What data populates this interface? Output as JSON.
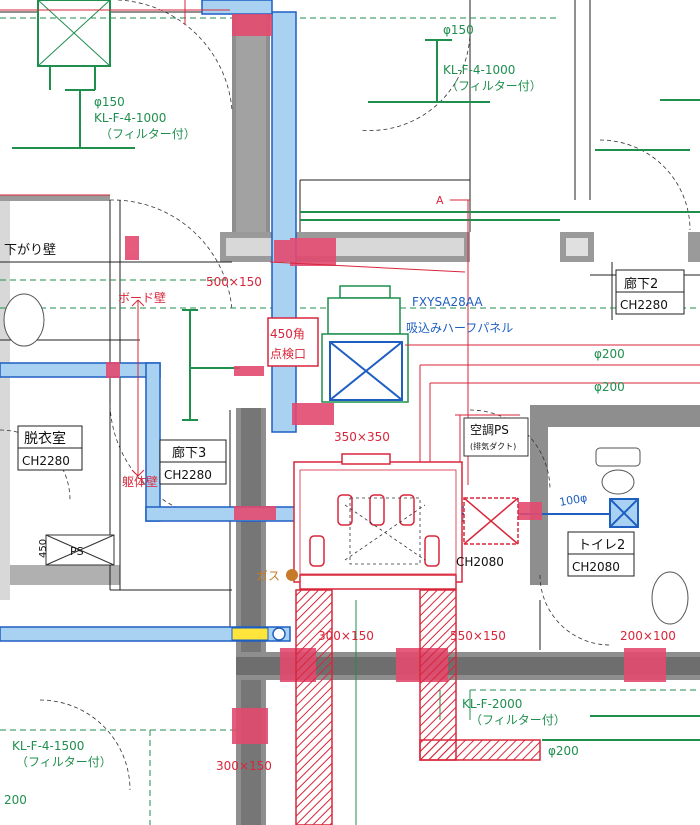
{
  "labels": {
    "phi150_top_right": "φ150",
    "kl_top_right": "KL-F-4-1000",
    "filter_top_right": "（フィルター付）",
    "phi150_left": "φ150",
    "kl_left": "KL-F-4-1000",
    "filter_left": "（フィルター付）",
    "sagari_wall": "下がり壁",
    "size_500x150": "500×150",
    "board_wall": "ボード壁",
    "kutai_wall": "躯体壁",
    "tenkenko_1": "450角",
    "tenkenko_2": "点検口",
    "unit_model": "FXYSA28AA",
    "panel": "吸込みハーフパネル",
    "corridor2": "廊下2",
    "corridor2_ch": "CH2280",
    "phi200_a": "φ200",
    "phi200_b": "φ200",
    "phi200_c": "φ200",
    "letter_a": "A",
    "dressing": "脱衣室",
    "dressing_ch": "CH2280",
    "corridor3": "廊下3",
    "corridor3_ch": "CH2280",
    "size_350x350": "350×350",
    "ac_ps": "空調PS",
    "ac_ps_sub": "(排気ダクト)",
    "hand_100": "100φ",
    "ch2080_mid": "CH2080",
    "toilet2": "トイレ2",
    "toilet2_ch": "CH2080",
    "ps": "PS",
    "dim_450": "450",
    "gas": "ガス",
    "size_300x150_a": "300×150",
    "size_550x150": "550×150",
    "size_200x100": "200×100",
    "kl_f2000": "KL-F-2000",
    "filter_f2000": "（フィルター付）",
    "kl_left_bottom": "KL-F-4-1500",
    "filter_left_bottom": "（フィルター付）",
    "size_300x150_b": "300×150",
    "edge_200": "200"
  },
  "colors": {
    "green": "#1f8f4e",
    "red": "#d9263a",
    "duct_blue": "#a9d2f2",
    "duct_edge": "#1e5fc2",
    "wall_gray": "#8e8e8e",
    "pink": "#e24a6f",
    "yellow": "#ffe53b"
  }
}
